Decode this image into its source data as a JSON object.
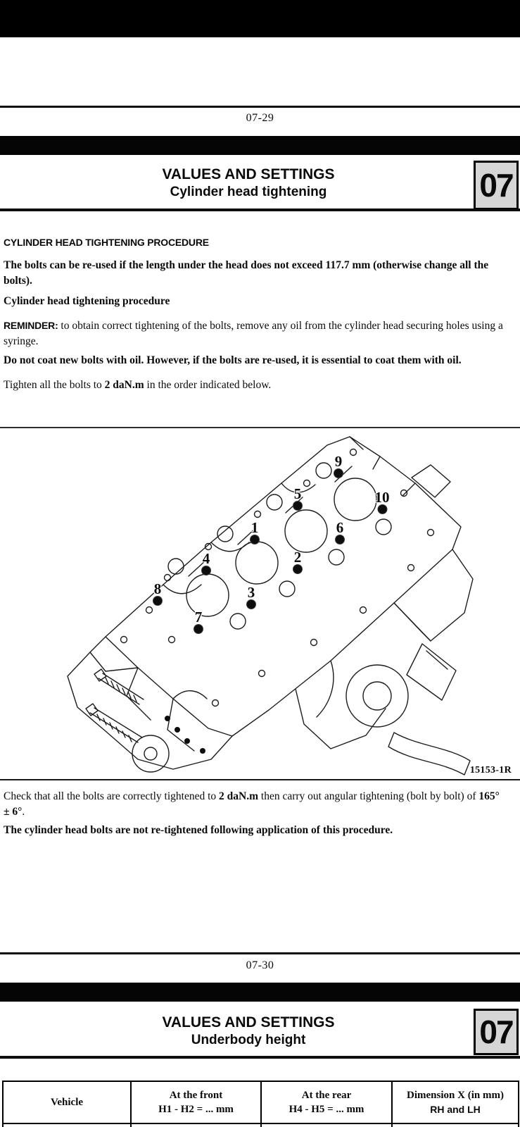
{
  "page1": {
    "page_number": "07-29",
    "section_title": "VALUES AND SETTINGS",
    "subsection_title": "Cylinder head tightening",
    "chapter_badge": "07",
    "heading": "CYLINDER HEAD TIGHTENING PROCEDURE",
    "paragraphs": {
      "reuse": "The bolts can be re-used if the length under the head does not exceed 117.7 mm (otherwise change all the bolts).",
      "procedure_title": "Cylinder head tightening procedure",
      "reminder_label": "REMINDER:",
      "reminder_text": " to obtain correct tightening of the bolts, remove any oil from the cylinder head securing holes using a syringe.",
      "oil_warning": "Do not coat new bolts with oil. However, if the bolts are re-used, it is essential to coat them with oil.",
      "tighten_pre": "Tighten all the bolts to ",
      "tighten_torque": "2 daN.m",
      "tighten_post": " in the order indicated below."
    },
    "figure": {
      "reference": "15153-1R",
      "callouts": [
        {
          "n": "1"
        },
        {
          "n": "2"
        },
        {
          "n": "3"
        },
        {
          "n": "4"
        },
        {
          "n": "5"
        },
        {
          "n": "6"
        },
        {
          "n": "7"
        },
        {
          "n": "8"
        },
        {
          "n": "9"
        },
        {
          "n": "10"
        }
      ]
    },
    "after": {
      "check_pre": "Check that all the bolts are correctly tightened to ",
      "check_torque": "2 daN.m",
      "check_mid": " then carry out angular tightening (bolt by bolt) of ",
      "check_angle": "165° ± 6°",
      "check_post": ".",
      "no_retighten": "The cylinder head bolts are not re-tightened following application of this procedure."
    }
  },
  "page2": {
    "page_number": "07-30",
    "section_title": "VALUES AND SETTINGS",
    "subsection_title": "Underbody height",
    "chapter_badge": "07",
    "table": {
      "headers": [
        {
          "line1": "Vehicle",
          "line2": ""
        },
        {
          "line1": "At the front",
          "line2": "H1 - H2 = ... mm"
        },
        {
          "line1": "At the rear",
          "line2": "H4 - H5 = ... mm"
        },
        {
          "line1": "Dimension X (in mm)",
          "line2": "RH and LH"
        }
      ]
    }
  }
}
